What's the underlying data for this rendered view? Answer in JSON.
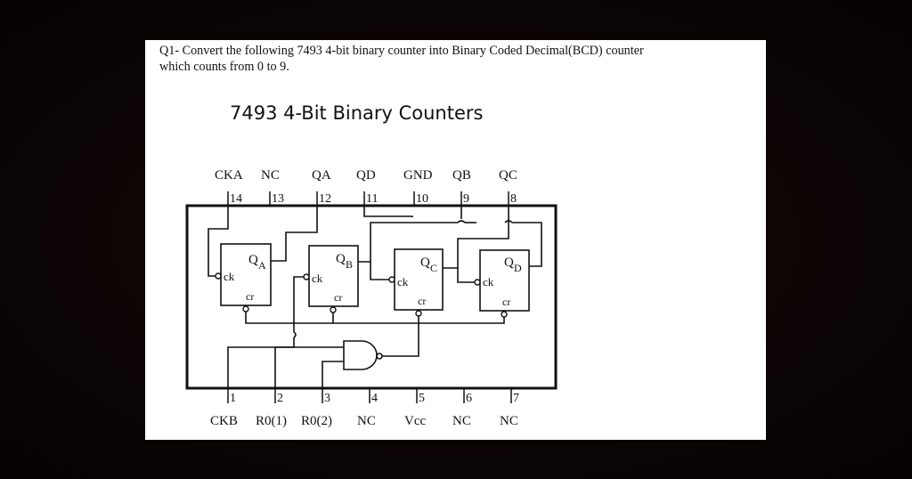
{
  "question": {
    "line1": "Q1- Convert the following 7493 4-bit binary counter into Binary Coded Decimal(BCD) counter",
    "line2": "which counts from 0 to 9."
  },
  "diagram": {
    "title": "7493 4-Bit Binary Counters",
    "top_pins": [
      {
        "name": "CKA",
        "number": "14"
      },
      {
        "name": "NC",
        "number": "13"
      },
      {
        "name": "QA",
        "number": "12"
      },
      {
        "name": "QD",
        "number": "11"
      },
      {
        "name": "GND",
        "number": "10"
      },
      {
        "name": "QB",
        "number": "9"
      },
      {
        "name": "QC",
        "number": "8"
      }
    ],
    "bottom_pins": [
      {
        "name": "CKB",
        "number": "1"
      },
      {
        "name": "R0(1)",
        "number": "2"
      },
      {
        "name": "R0(2)",
        "number": "3"
      },
      {
        "name": "NC",
        "number": "4"
      },
      {
        "name": "Vcc",
        "number": "5"
      },
      {
        "name": "NC",
        "number": "6"
      },
      {
        "name": "NC",
        "number": "7"
      }
    ],
    "flip_flops": [
      {
        "output_main": "Q",
        "output_sub": "A",
        "clock_label": "ck",
        "clear_label": "cr"
      },
      {
        "output_main": "Q",
        "output_sub": "B",
        "clock_label": "ck",
        "clear_label": "cr"
      },
      {
        "output_main": "Q",
        "output_sub": "C",
        "clock_label": "ck",
        "clear_label": "cr"
      },
      {
        "output_main": "Q",
        "output_sub": "D",
        "clock_label": "ck",
        "clear_label": "cr"
      }
    ],
    "gate": "NAND"
  }
}
